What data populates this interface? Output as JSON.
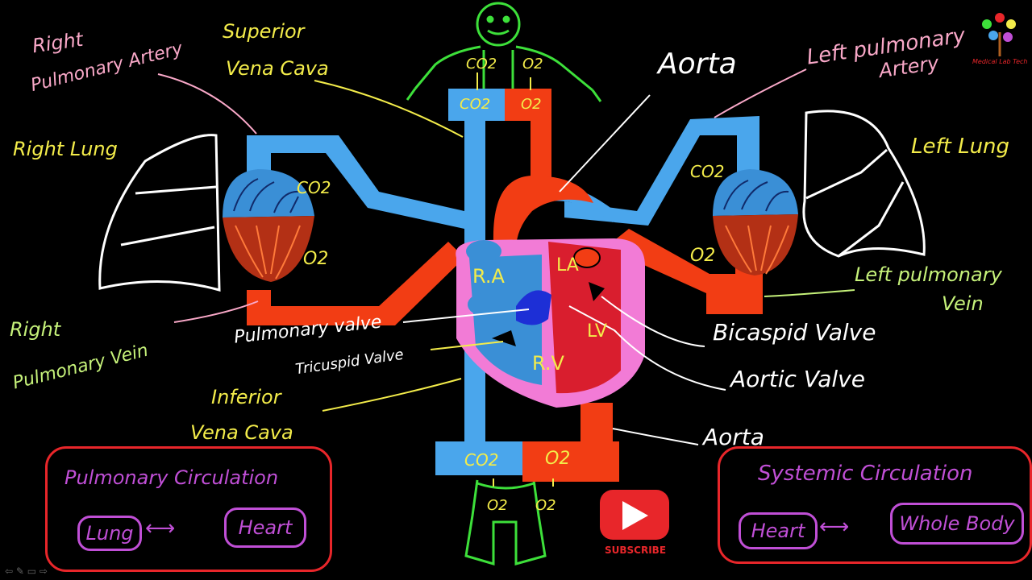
{
  "labels": {
    "right_pulmonary_artery": [
      "Right",
      "Pulmonary Artery"
    ],
    "superior_vena_cava": [
      "Superior",
      "Vena Cava"
    ],
    "aorta_top": "Aorta",
    "left_pulmonary_artery": [
      "Left pulmonary",
      "Artery"
    ],
    "right_lung": "Right Lung",
    "left_lung": "Left Lung",
    "right_pulmonary_vein": [
      "Right",
      "Pulmonary Vein"
    ],
    "left_pulmonary_vein": [
      "Left pulmonary",
      "Vein"
    ],
    "pulmonary_valve": "Pulmonary valve",
    "tricuspid_valve": "Tricuspid Valve",
    "inferior_vena_cava": [
      "Inferior",
      "Vena Cava"
    ],
    "bicuspid_valve": "Bicaspid Valve",
    "aortic_valve": "Aortic Valve",
    "aorta_bottom": "Aorta"
  },
  "chambers": {
    "ra": "R.A",
    "la": "LA",
    "lv": "LV",
    "rv": "R.V"
  },
  "gases": {
    "co2": "CO2",
    "o2": "O2"
  },
  "panels": {
    "pulmonary": {
      "title": "Pulmonary Circulation",
      "left": "Lung",
      "right": "Heart"
    },
    "systemic": {
      "title": "Systemic Circulation",
      "left": "Heart",
      "right": "Whole Body"
    }
  },
  "subscribe": "SUBSCRIBE",
  "logo": "Medical Lab Tech",
  "colors": {
    "blue": "#4aa6ec",
    "red": "#f23d14",
    "pink": "#f27bd6",
    "body_outline": "#3de03a",
    "frame_red": "#e8262a"
  }
}
